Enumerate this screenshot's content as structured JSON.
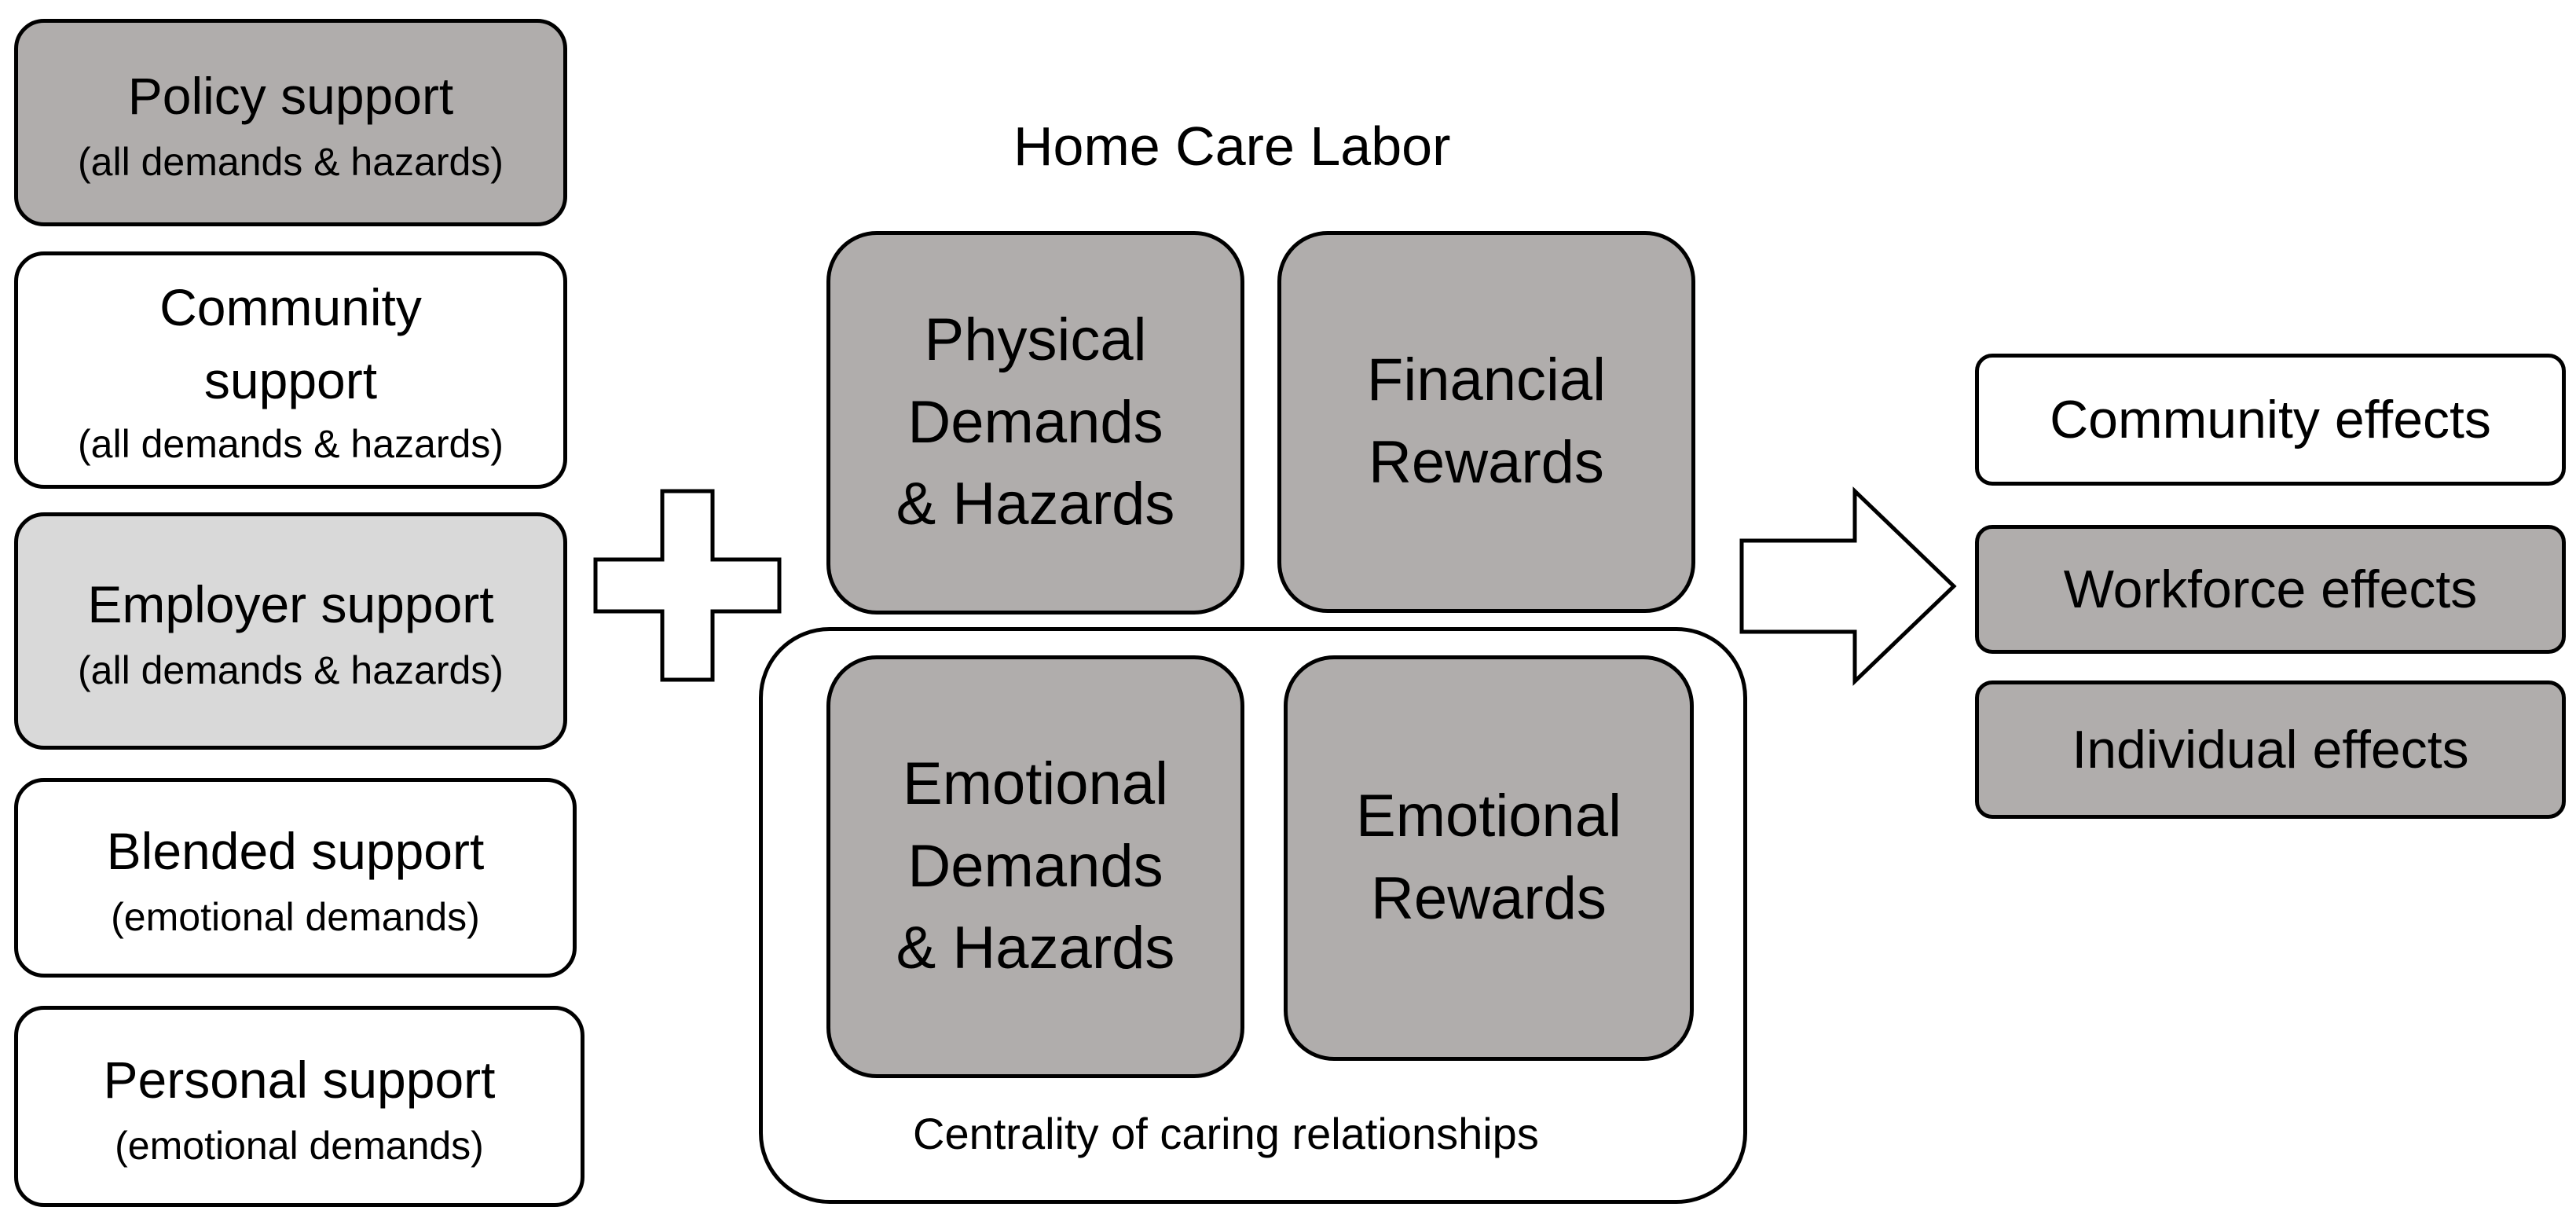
{
  "supports": [
    {
      "id": "policy",
      "main": "Policy support",
      "sub": "(all demands & hazards)"
    },
    {
      "id": "community",
      "main": "Community\nsupport",
      "sub": "(all demands & hazards)"
    },
    {
      "id": "employer",
      "main": "Employer support",
      "sub": "(all demands & hazards)"
    },
    {
      "id": "blended",
      "main": "Blended support",
      "sub": "(emotional demands)"
    },
    {
      "id": "personal",
      "main": "Personal support",
      "sub": "(emotional demands)"
    }
  ],
  "labor": {
    "title": "Home Care Labor",
    "physical": "Physical\nDemands\n& Hazards",
    "financial": "Financial\nRewards",
    "emotional_demands": "Emotional\nDemands\n& Hazards",
    "emotional_rewards": "Emotional\nRewards",
    "relationships_caption": "Centrality of caring relationships"
  },
  "effects": [
    {
      "id": "community",
      "label": "Community effects"
    },
    {
      "id": "workforce",
      "label": "Workforce effects"
    },
    {
      "id": "individual",
      "label": "Individual effects"
    }
  ],
  "colors": {
    "dark_fill": "#b0adac",
    "light_fill": "#d9d9d9",
    "white_fill": "#ffffff",
    "stroke": "#000000"
  }
}
